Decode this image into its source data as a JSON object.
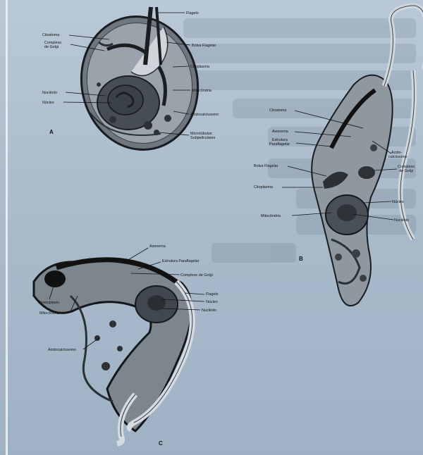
{
  "figure": {
    "panel_a": {
      "letter": "A",
      "labels": {
        "flagelo": "Flagelo",
        "citostoma": "Citostoma",
        "complexo_golgi_1": "Complexo",
        "complexo_golgi_2": "de Golgi",
        "bolsa_flagelar": "Bolsa Flagelar",
        "citoplasma": "Citoplasma",
        "nucleolo": "Nucléolo",
        "nucleo": "Núcleo",
        "mitocondria": "Mitocôndria",
        "acidocalcissomo": "Acidocalcissomo",
        "microtubulos_1": "Microtúbulos",
        "microtubulos_2": "Subpeliculares"
      }
    },
    "panel_b": {
      "letter": "B",
      "labels": {
        "citostoma": "Citostoma",
        "axonema": "Axonema",
        "estrutura_1": "Estrutura",
        "estrutura_2": "Paraflagelar",
        "acido_1": "Ácido-",
        "acido_2": "calcissomo",
        "complexo_1": "Complexo",
        "complexo_2": "de Golgi",
        "bolsa_flagelar": "Bolsa Flagelar",
        "citoplasma": "Citoplasma",
        "nucleo": "Núcleo",
        "mitocondria": "Mitocôndria",
        "nucleolo": "Nucléolo"
      }
    },
    "panel_c": {
      "letter": "C",
      "labels": {
        "axonema": "Axonema",
        "estrutura_paraflagelar": "Estrutura Paraflagelar",
        "complexo_golgi": "Complexo de Golgi",
        "flagelo": "Flagelo",
        "nucleo": "Núcleo",
        "nucleolo": "Nucléolo",
        "cinetoplasto": "Cinetoplasto",
        "mitocondria": "Mitocôndria",
        "acidocalcissomo": "Acidocalcissomo"
      }
    }
  }
}
